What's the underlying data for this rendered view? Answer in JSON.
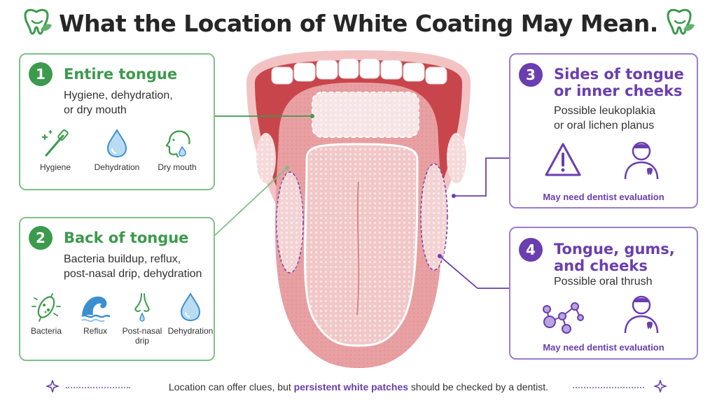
{
  "title": "What the Location of White Coating May Mean.",
  "colors": {
    "green": "#3c9a4c",
    "purple": "#6a3eb0",
    "tongue": "#e9a0a2"
  },
  "cards": [
    {
      "number": "1",
      "title": "Entire tongue",
      "desc_line1": "Hygiene, dehydration,",
      "desc_line2": "or dry mouth",
      "icons": [
        {
          "icon": "toothbrush-icon",
          "label": "Hygiene"
        },
        {
          "icon": "water-drop-icon",
          "label": "Dehydration"
        },
        {
          "icon": "dry-mouth-face-icon",
          "label": "Dry mouth"
        }
      ]
    },
    {
      "number": "2",
      "title": "Back of tongue",
      "desc_line1": "Bacteria buildup, reflux,",
      "desc_line2": "post-nasal drip, dehydration",
      "icons": [
        {
          "icon": "bacteria-icon",
          "label": "Bacteria"
        },
        {
          "icon": "wave-icon",
          "label": "Reflux"
        },
        {
          "icon": "nose-icon",
          "label_line1": "Post-nasal",
          "label_line2": "drip"
        },
        {
          "icon": "water-drop-icon",
          "label": "Dehydration"
        }
      ]
    },
    {
      "number": "3",
      "title_line1": "Sides of tongue",
      "title_line2": "or inner cheeks",
      "desc_line1": "Possible leukoplakia",
      "desc_line2": "or oral lichen planus",
      "icons": [
        {
          "icon": "warning-icon"
        },
        {
          "icon": "dentist-icon"
        }
      ],
      "note": "May need dentist evaluation"
    },
    {
      "number": "4",
      "title_line1": "Tongue, gums,",
      "title_line2": "and cheeks",
      "desc_line1": "Possible oral thrush",
      "icons": [
        {
          "icon": "fungus-icon"
        },
        {
          "icon": "dentist-icon"
        }
      ],
      "note": "May need dentist evaluation"
    }
  ],
  "footer": {
    "before": "Location can offer clues, but ",
    "highlight": "persistent white patches",
    "after": " should be checked by a dentist."
  }
}
